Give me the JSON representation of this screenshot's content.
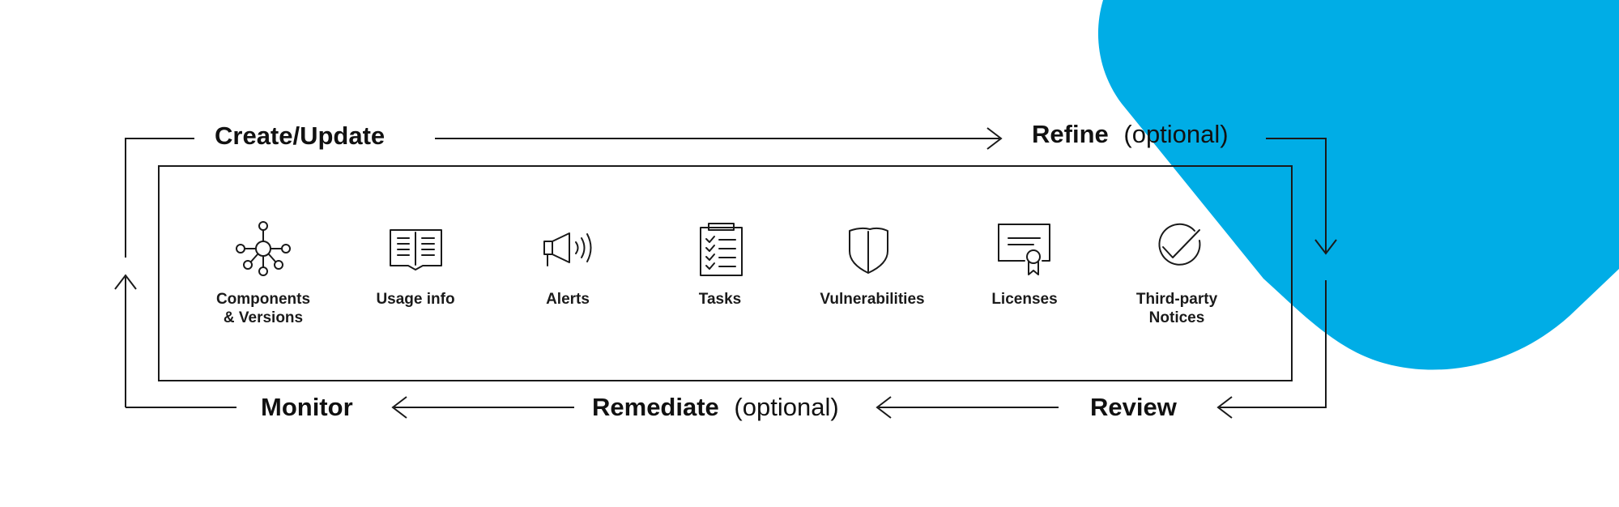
{
  "colors": {
    "accent_blob": "#00ADE6",
    "line": "#1A1A1A",
    "text": "#111111"
  },
  "stages": {
    "create_update": {
      "label": "Create/Update",
      "suffix": ""
    },
    "refine": {
      "label": "Refine",
      "suffix": "(optional)"
    },
    "review": {
      "label": "Review",
      "suffix": ""
    },
    "remediate": {
      "label": "Remediate",
      "suffix": "(optional)"
    },
    "monitor": {
      "label": "Monitor",
      "suffix": ""
    }
  },
  "artifacts": [
    {
      "icon": "network-icon",
      "lines": [
        "Components",
        "& Versions"
      ]
    },
    {
      "icon": "open-book-icon",
      "lines": [
        "Usage info"
      ]
    },
    {
      "icon": "megaphone-icon",
      "lines": [
        "Alerts"
      ]
    },
    {
      "icon": "clipboard-checklist-icon",
      "lines": [
        "Tasks"
      ]
    },
    {
      "icon": "shield-icon",
      "lines": [
        "Vulnerabilities"
      ]
    },
    {
      "icon": "certificate-icon",
      "lines": [
        "Licenses"
      ]
    },
    {
      "icon": "check-circle-icon",
      "lines": [
        "Third-party",
        "Notices"
      ]
    }
  ]
}
